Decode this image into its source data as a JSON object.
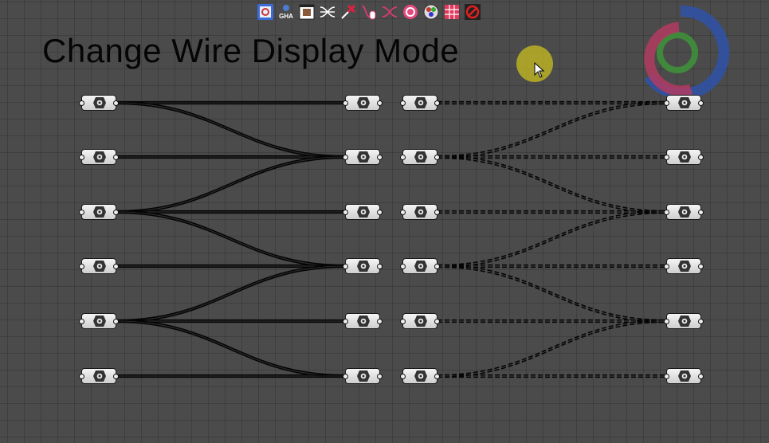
{
  "title": "Change Wire Display Mode",
  "toolbar": {
    "icons": [
      "clipboard-icon",
      "gha-icon",
      "frame-icon",
      "wire-cross-icon",
      "red-x-icon",
      "mouse-wire-icon",
      "red-wire-icon",
      "circle-arrow-icon",
      "color-dots-icon",
      "grid-table-icon",
      "no-entry-icon"
    ],
    "gha_label": "GHA"
  },
  "colors": {
    "canvas": "#4b4b4b",
    "logo_blue": "#2f52a8",
    "logo_green": "#3f8f3a",
    "logo_red": "#b23b62",
    "halo": "#c8be1e"
  },
  "wire_modes": [
    "default",
    "hidden"
  ],
  "connections": {
    "default_group": [
      [
        0,
        0
      ],
      [
        0,
        1
      ],
      [
        1,
        1
      ],
      [
        2,
        1
      ],
      [
        2,
        2
      ],
      [
        2,
        3
      ],
      [
        3,
        3
      ],
      [
        4,
        3
      ],
      [
        4,
        4
      ],
      [
        4,
        5
      ],
      [
        5,
        5
      ]
    ],
    "hidden_group": [
      [
        0,
        0
      ],
      [
        1,
        0
      ],
      [
        1,
        1
      ],
      [
        1,
        2
      ],
      [
        2,
        2
      ],
      [
        3,
        2
      ],
      [
        3,
        3
      ],
      [
        3,
        4
      ],
      [
        4,
        4
      ],
      [
        5,
        4
      ],
      [
        5,
        5
      ]
    ]
  }
}
